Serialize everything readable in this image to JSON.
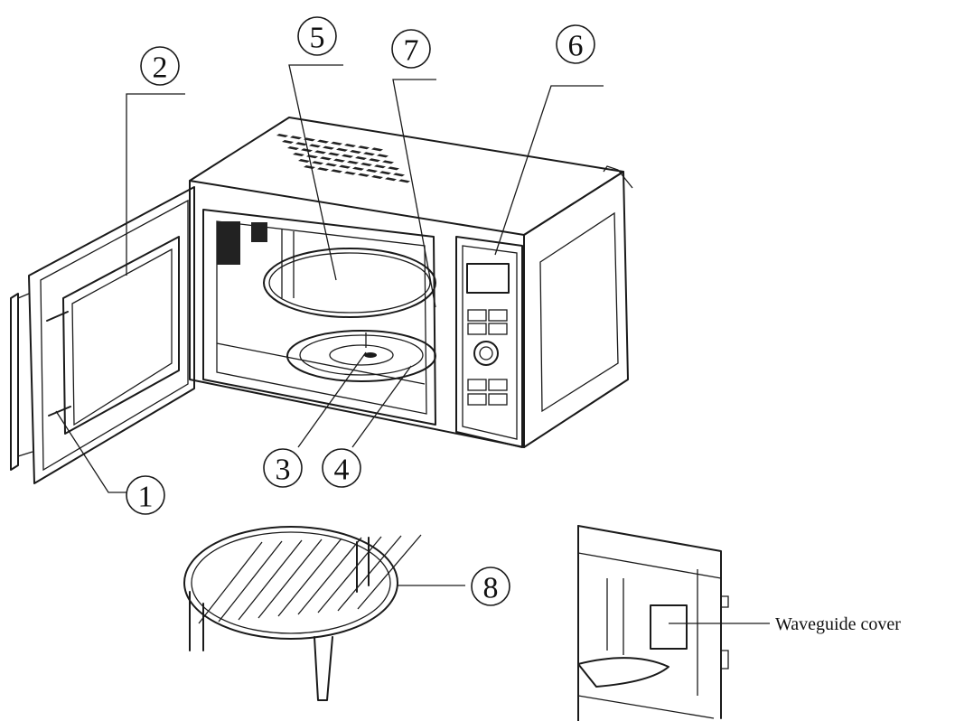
{
  "callouts": [
    {
      "id": "c1",
      "text": "1"
    },
    {
      "id": "c2",
      "text": "2"
    },
    {
      "id": "c3",
      "text": "3"
    },
    {
      "id": "c4",
      "text": "4"
    },
    {
      "id": "c5",
      "text": "5"
    },
    {
      "id": "c6",
      "text": "6"
    },
    {
      "id": "c7",
      "text": "7"
    },
    {
      "id": "c8",
      "text": "8"
    }
  ],
  "inset": {
    "label": "Waveguide cover"
  },
  "colors": {
    "line": "#1a1a1a",
    "background": "#ffffff"
  }
}
